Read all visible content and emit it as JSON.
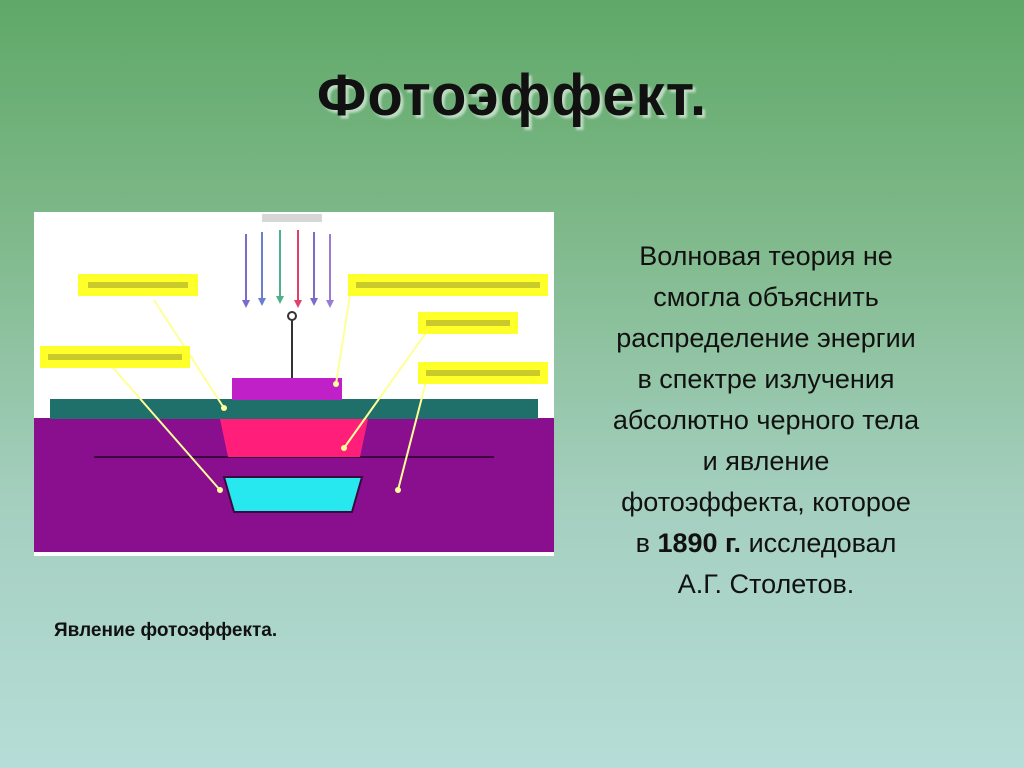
{
  "slide": {
    "title": "Фотоэффект.",
    "caption": "Явление фотоэффекта.",
    "description": {
      "lines": [
        "Волновая теория не",
        "смогла объяснить",
        "распределение энергии",
        "в спектре излучения",
        "абсолютно черного тела",
        "и явление",
        "фотоэффекта, которое"
      ],
      "year_prefix": "в ",
      "year": "1890 г.",
      "year_suffix": " исследовал",
      "last_line": "А.Г. Столетов."
    }
  },
  "colors": {
    "substrate": "#8a0f8e",
    "emitter": "#ff1f7a",
    "base_region": "#26e8ee",
    "contact": "#c020c8",
    "oxide": "#1f6f6a",
    "label_bg": "#ffff2a"
  }
}
